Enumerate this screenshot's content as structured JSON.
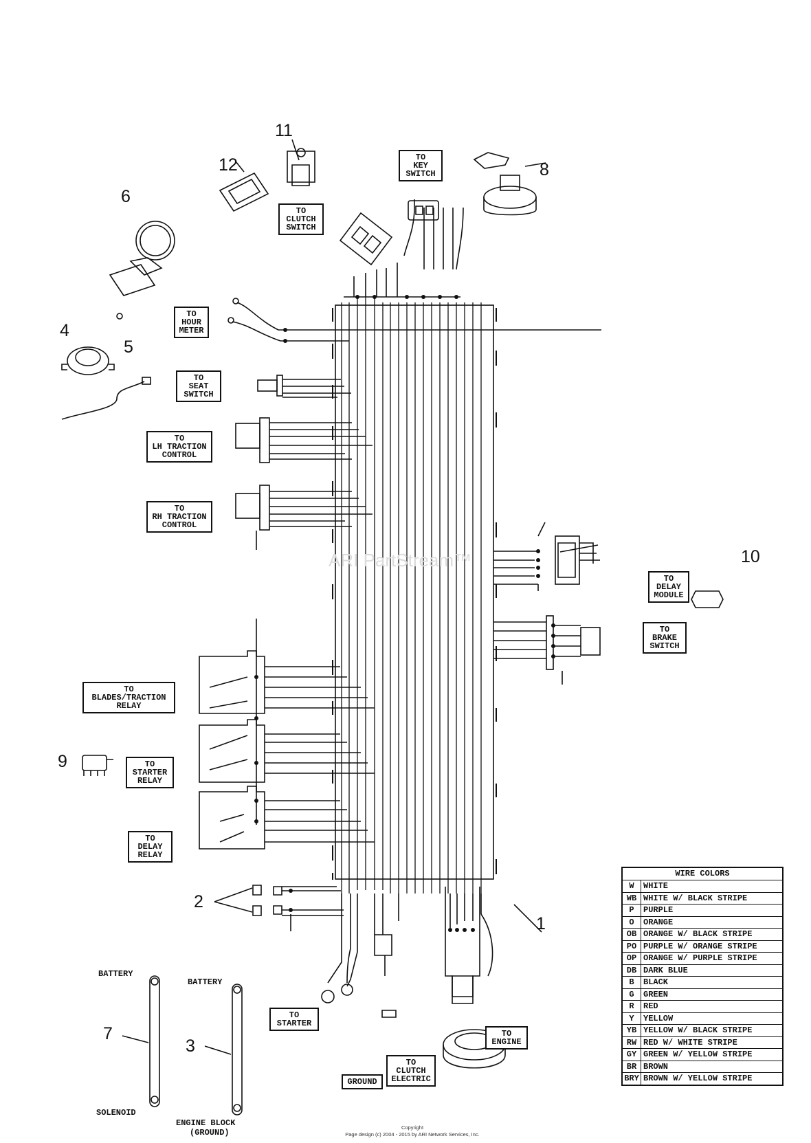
{
  "labels": {
    "key_switch": [
      "TO",
      "KEY",
      "SWITCH"
    ],
    "clutch_switch": [
      "TO",
      "CLUTCH",
      "SWITCH"
    ],
    "hour_meter": [
      "TO",
      "HOUR",
      "METER"
    ],
    "seat_switch": [
      "TO",
      "SEAT",
      "SWITCH"
    ],
    "lh_traction": [
      "TO",
      "LH TRACTION",
      "CONTROL"
    ],
    "rh_traction": [
      "TO",
      "RH TRACTION",
      "CONTROL"
    ],
    "delay_module": [
      "TO",
      "DELAY",
      "MODULE"
    ],
    "brake_switch": [
      "TO",
      "BRAKE",
      "SWITCH"
    ],
    "blades_relay": [
      "TO",
      "BLADES/TRACTION",
      "RELAY"
    ],
    "starter_relay": [
      "TO",
      "STARTER",
      "RELAY"
    ],
    "delay_relay": [
      "TO",
      "DELAY",
      "RELAY"
    ],
    "starter": [
      "TO",
      "STARTER"
    ],
    "engine": [
      "TO",
      "ENGINE"
    ],
    "clutch_electric": [
      "TO",
      "CLUTCH",
      "ELECTRIC"
    ],
    "ground": [
      "GROUND"
    ]
  },
  "part_numbers": [
    "1",
    "2",
    "3",
    "4",
    "5",
    "6",
    "7",
    "8",
    "9",
    "10",
    "11",
    "12"
  ],
  "cable_texts": {
    "battery_1": "BATTERY",
    "solenoid": "SOLENOID",
    "battery_2": "BATTERY",
    "engine_block": "ENGINE BLOCK",
    "engine_block_ground": "(GROUND)"
  },
  "wire_colors": {
    "title": "WIRE COLORS",
    "rows": [
      {
        "code": "W",
        "name": "WHITE"
      },
      {
        "code": "WB",
        "name": "WHITE W/ BLACK STRIPE"
      },
      {
        "code": "P",
        "name": "PURPLE"
      },
      {
        "code": "O",
        "name": "ORANGE"
      },
      {
        "code": "OB",
        "name": "ORANGE W/ BLACK STRIPE"
      },
      {
        "code": "PO",
        "name": "PURPLE W/ ORANGE STRIPE"
      },
      {
        "code": "OP",
        "name": "ORANGE W/ PURPLE STRIPE"
      },
      {
        "code": "DB",
        "name": "DARK BLUE"
      },
      {
        "code": "B",
        "name": "BLACK"
      },
      {
        "code": "G",
        "name": "GREEN"
      },
      {
        "code": "R",
        "name": "RED"
      },
      {
        "code": "Y",
        "name": "YELLOW"
      },
      {
        "code": "YB",
        "name": "YELLOW W/ BLACK STRIPE"
      },
      {
        "code": "RW",
        "name": "RED W/ WHITE STRIPE"
      },
      {
        "code": "GY",
        "name": "GREEN W/ YELLOW STRIPE"
      },
      {
        "code": "BR",
        "name": "BROWN"
      },
      {
        "code": "BRY",
        "name": "BROWN W/ YELLOW STRIPE"
      }
    ]
  },
  "watermark": "ARI PartStream™",
  "footer": {
    "line1": "Copyright",
    "line2": "Page design (c) 2004 - 2015 by ARI Network Services, Inc."
  }
}
